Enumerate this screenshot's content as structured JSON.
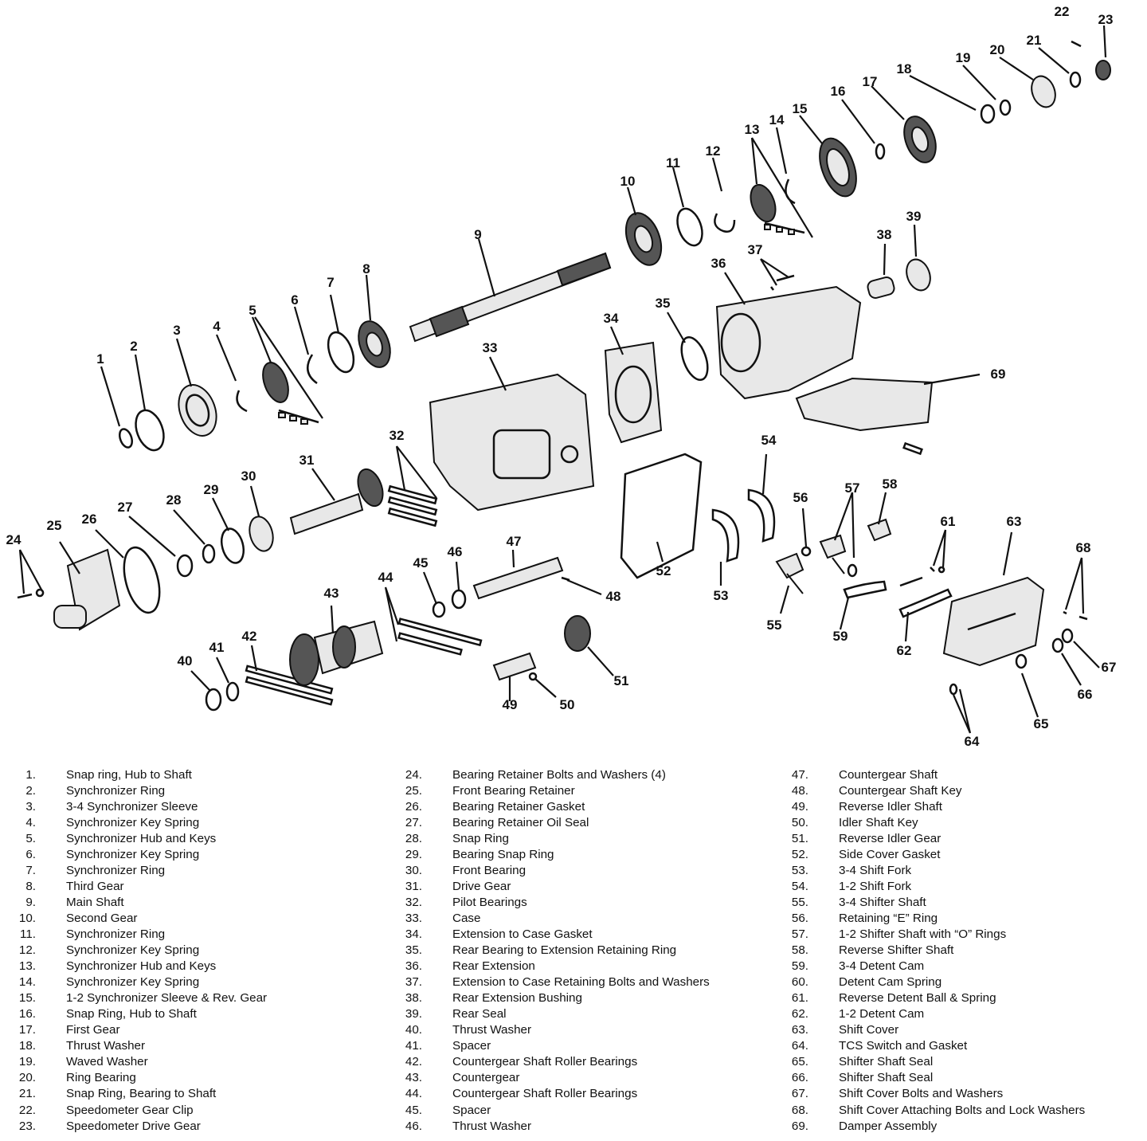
{
  "callouts": [
    "1",
    "2",
    "3",
    "4",
    "5",
    "6",
    "7",
    "8",
    "9",
    "10",
    "11",
    "12",
    "13",
    "14",
    "15",
    "16",
    "17",
    "18",
    "19",
    "20",
    "21",
    "22",
    "23",
    "24",
    "25",
    "26",
    "27",
    "28",
    "29",
    "30",
    "31",
    "32",
    "33",
    "34",
    "35",
    "36",
    "37",
    "38",
    "39",
    "40",
    "41",
    "42",
    "43",
    "44",
    "45",
    "46",
    "47",
    "48",
    "49",
    "50",
    "51",
    "52",
    "53",
    "54",
    "55",
    "56",
    "57",
    "58",
    "59",
    "61",
    "62",
    "63",
    "64",
    "65",
    "66",
    "67",
    "68",
    "69"
  ],
  "legend": [
    [
      {
        "num": "1.",
        "label": "Snap ring, Hub to Shaft"
      },
      {
        "num": "2.",
        "label": "Synchronizer Ring"
      },
      {
        "num": "3.",
        "label": "3-4 Synchronizer Sleeve"
      },
      {
        "num": "4.",
        "label": "Synchronizer Key Spring"
      },
      {
        "num": "5.",
        "label": "Synchronizer Hub and Keys"
      },
      {
        "num": "6.",
        "label": "Synchronizer Key Spring"
      },
      {
        "num": "7.",
        "label": "Synchronizer Ring"
      },
      {
        "num": "8.",
        "label": "Third Gear"
      },
      {
        "num": "9.",
        "label": "Main Shaft"
      },
      {
        "num": "10.",
        "label": "Second Gear"
      },
      {
        "num": "11.",
        "label": "Synchronizer Ring"
      },
      {
        "num": "12.",
        "label": "Synchronizer Key Spring"
      },
      {
        "num": "13.",
        "label": "Synchronizer Hub and Keys"
      },
      {
        "num": "14.",
        "label": "Synchronizer Key Spring"
      },
      {
        "num": "15.",
        "label": "1-2 Synchronizer Sleeve & Rev. Gear"
      },
      {
        "num": "16.",
        "label": "Snap Ring, Hub to Shaft"
      },
      {
        "num": "17.",
        "label": "First Gear"
      },
      {
        "num": "18.",
        "label": "Thrust Washer"
      },
      {
        "num": "19.",
        "label": "Waved Washer"
      },
      {
        "num": "20.",
        "label": "Ring Bearing"
      },
      {
        "num": "21.",
        "label": "Snap Ring, Bearing to Shaft"
      },
      {
        "num": "22.",
        "label": "Speedometer Gear Clip"
      },
      {
        "num": "23.",
        "label": "Speedometer Drive Gear"
      }
    ],
    [
      {
        "num": "24.",
        "label": "Bearing Retainer Bolts and Washers (4)"
      },
      {
        "num": "25.",
        "label": "Front Bearing Retainer"
      },
      {
        "num": "26.",
        "label": "Bearing Retainer Gasket"
      },
      {
        "num": "27.",
        "label": "Bearing Retainer Oil Seal"
      },
      {
        "num": "28.",
        "label": "Snap Ring"
      },
      {
        "num": "29.",
        "label": "Bearing Snap Ring"
      },
      {
        "num": "30.",
        "label": "Front Bearing"
      },
      {
        "num": "31.",
        "label": "Drive Gear"
      },
      {
        "num": "32.",
        "label": "Pilot Bearings"
      },
      {
        "num": "33.",
        "label": "Case"
      },
      {
        "num": "34.",
        "label": "Extension to Case Gasket"
      },
      {
        "num": "35.",
        "label": "Rear Bearing to Extension Retaining Ring"
      },
      {
        "num": "36.",
        "label": "Rear Extension"
      },
      {
        "num": "37.",
        "label": "Extension to Case Retaining Bolts and Washers"
      },
      {
        "num": "38.",
        "label": "Rear Extension Bushing"
      },
      {
        "num": "39.",
        "label": "Rear Seal"
      },
      {
        "num": "40.",
        "label": "Thrust Washer"
      },
      {
        "num": "41.",
        "label": "Spacer"
      },
      {
        "num": "42.",
        "label": "Countergear Shaft Roller Bearings"
      },
      {
        "num": "43.",
        "label": "Countergear"
      },
      {
        "num": "44.",
        "label": "Countergear Shaft Roller Bearings"
      },
      {
        "num": "45.",
        "label": "Spacer"
      },
      {
        "num": "46.",
        "label": "Thrust Washer"
      }
    ],
    [
      {
        "num": "47.",
        "label": "Countergear Shaft"
      },
      {
        "num": "48.",
        "label": "Countergear Shaft Key"
      },
      {
        "num": "49.",
        "label": "Reverse Idler Shaft"
      },
      {
        "num": "50.",
        "label": "Idler Shaft Key"
      },
      {
        "num": "51.",
        "label": "Reverse Idler Gear"
      },
      {
        "num": "52.",
        "label": "Side Cover Gasket"
      },
      {
        "num": "53.",
        "label": "3-4 Shift Fork"
      },
      {
        "num": "54.",
        "label": "1-2 Shift Fork"
      },
      {
        "num": "55.",
        "label": "3-4 Shifter Shaft"
      },
      {
        "num": "56.",
        "label": "Retaining “E” Ring"
      },
      {
        "num": "57.",
        "label": "1-2 Shifter Shaft with “O” Rings"
      },
      {
        "num": "58.",
        "label": "Reverse Shifter Shaft"
      },
      {
        "num": "59.",
        "label": "3-4 Detent Cam"
      },
      {
        "num": "60.",
        "label": "Detent Cam Spring"
      },
      {
        "num": "61.",
        "label": "Reverse Detent Ball & Spring"
      },
      {
        "num": "62.",
        "label": "1-2 Detent Cam"
      },
      {
        "num": "63.",
        "label": "Shift Cover"
      },
      {
        "num": "64.",
        "label": "TCS Switch and Gasket"
      },
      {
        "num": "65.",
        "label": "Shifter Shaft Seal"
      },
      {
        "num": "66.",
        "label": "Shifter Shaft Seal"
      },
      {
        "num": "67.",
        "label": "Shift Cover Bolts and Washers"
      },
      {
        "num": "68.",
        "label": "Shift Cover Attaching Bolts and Lock Washers"
      },
      {
        "num": "69.",
        "label": "Damper Assembly"
      }
    ]
  ]
}
